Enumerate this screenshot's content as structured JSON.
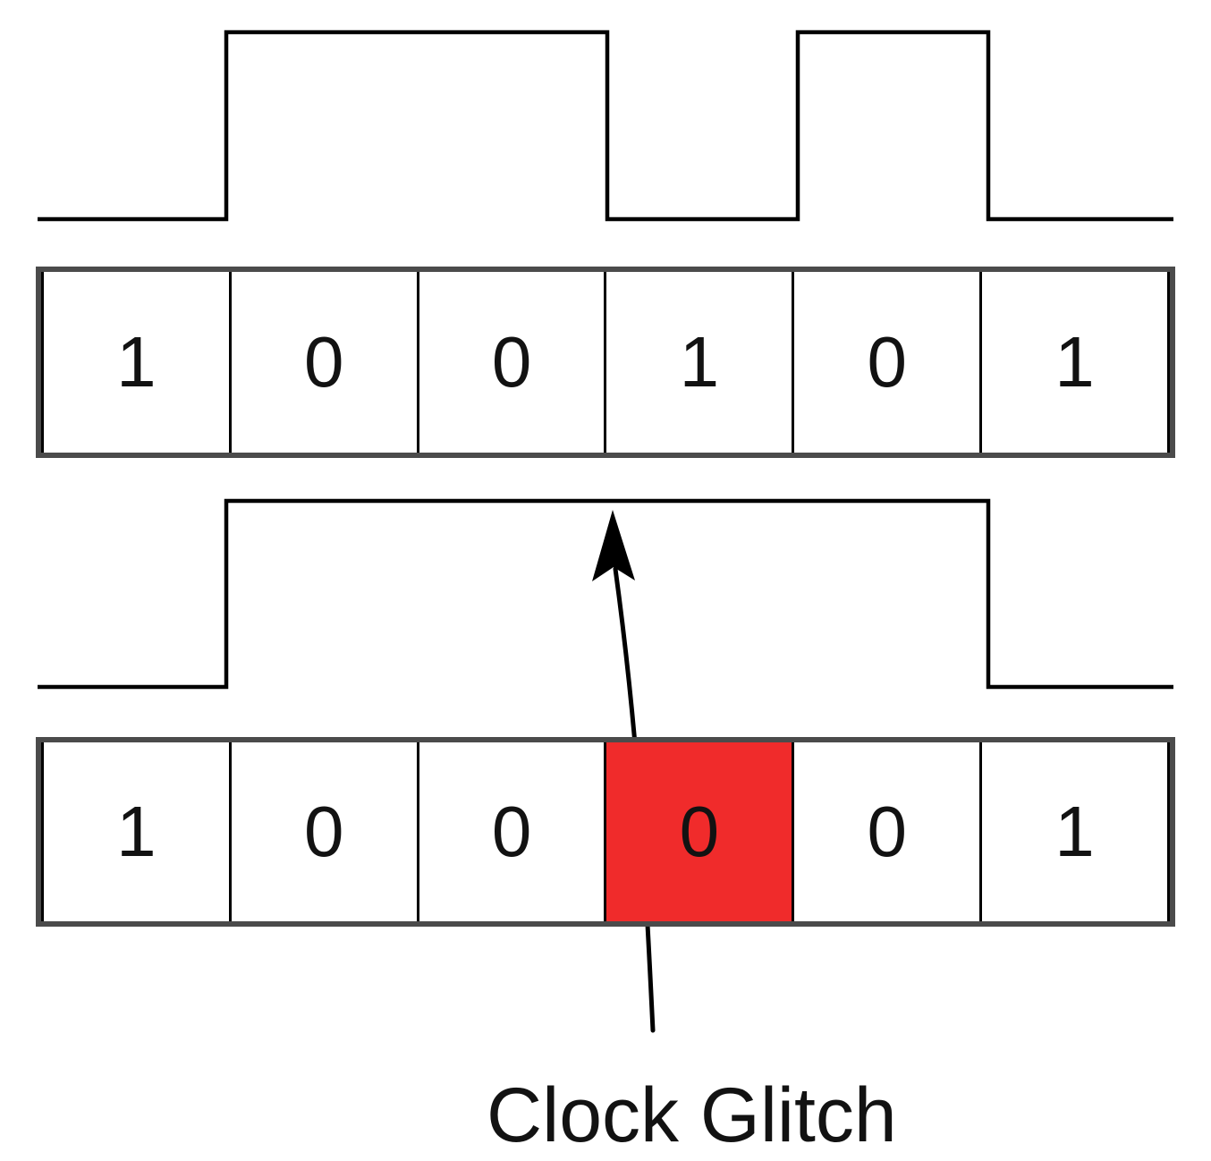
{
  "diagram": {
    "type": "clock-glitch-fault-injection",
    "caption": "Clock Glitch",
    "colors": {
      "background": "#ffffff",
      "signal_line": "#000000",
      "row_border": "#4b4b4b",
      "cell_divider": "#000000",
      "text": "#121212",
      "glitch_cell_bg": "#f02b2b"
    },
    "clock_normal": {
      "name": "clock-without-glitch",
      "levels_per_cell": [
        0,
        1,
        1,
        0,
        1,
        0
      ]
    },
    "clock_glitched": {
      "name": "clock-with-glitch",
      "levels_per_cell": [
        0,
        1,
        1,
        1,
        1,
        0
      ]
    },
    "rows": [
      {
        "name": "data-bits-normal",
        "bits": [
          "1",
          "0",
          "0",
          "1",
          "0",
          "1"
        ],
        "glitch_index": -1
      },
      {
        "name": "data-bits-glitched",
        "bits": [
          "1",
          "0",
          "0",
          "0",
          "0",
          "1"
        ],
        "glitch_index": 3
      }
    ]
  }
}
